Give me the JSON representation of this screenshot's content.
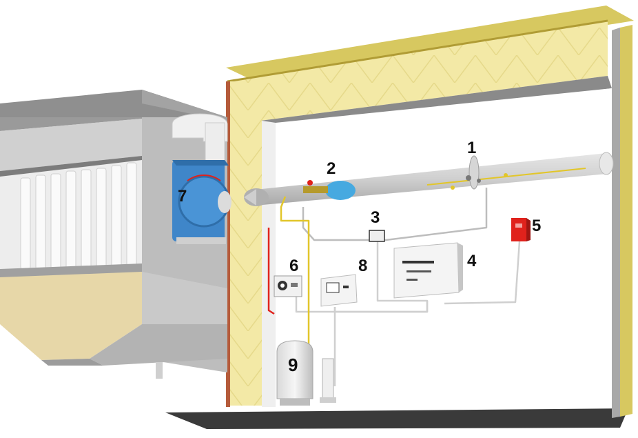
{
  "colors": {
    "insulation": "#f3e9a6",
    "frame": "#c8b34a",
    "fan_housing": "#3f86c9",
    "alarm": "#e0221c",
    "sensor_blue": "#46a9e0",
    "signal_line": "#e2c62a",
    "duct": "#cfcfcf",
    "collector": "#bdbdbd",
    "dust": "#e7d7a8"
  },
  "callouts": [
    {
      "id": "1",
      "label": "1"
    },
    {
      "id": "2",
      "label": "2"
    },
    {
      "id": "3",
      "label": "3"
    },
    {
      "id": "4",
      "label": "4"
    },
    {
      "id": "5",
      "label": "5"
    },
    {
      "id": "6",
      "label": "6"
    },
    {
      "id": "7",
      "label": "7"
    },
    {
      "id": "8",
      "label": "8"
    },
    {
      "id": "9",
      "label": "9"
    }
  ]
}
